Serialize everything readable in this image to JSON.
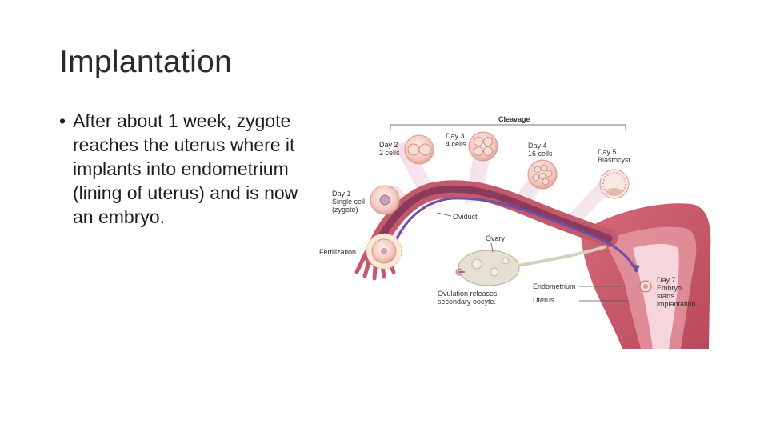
{
  "slide": {
    "title": "Implantation",
    "bullet": "After about 1 week, zygote reaches the uterus where it implants into endometrium (lining of uterus) and is now an embryo."
  },
  "figure": {
    "cleavage": "Cleavage",
    "day2_title": "Day 2",
    "day2_sub": "2 cells",
    "day3_title": "Day 3",
    "day3_sub": "4 cells",
    "day4_title": "Day 4",
    "day4_sub": "16 cells",
    "day5_title": "Day 5",
    "day5_sub": "Blastocyst",
    "day1_title": "Day 1",
    "day1_sub1": "Single cell",
    "day1_sub2": "(zygote)",
    "oviduct": "Oviduct",
    "ovary": "Ovary",
    "fertilization": "Fertilization",
    "ovulation_line1": "Ovulation releases",
    "ovulation_line2": "secondary oocyte.",
    "endometrium": "Endometrium",
    "uterus": "Uterus",
    "day7_title": "Day 7",
    "day7_line1": "Embryo",
    "day7_line2": "starts",
    "day7_line3": "implantation"
  },
  "colors": {
    "tissue": "#c8586a",
    "tissue_dark": "#9e2f45",
    "tube_inner": "#8a3a5c",
    "arrow": "#6b4ea8",
    "cell": "#f7d6cf",
    "bubble": "#f3dbe6"
  }
}
